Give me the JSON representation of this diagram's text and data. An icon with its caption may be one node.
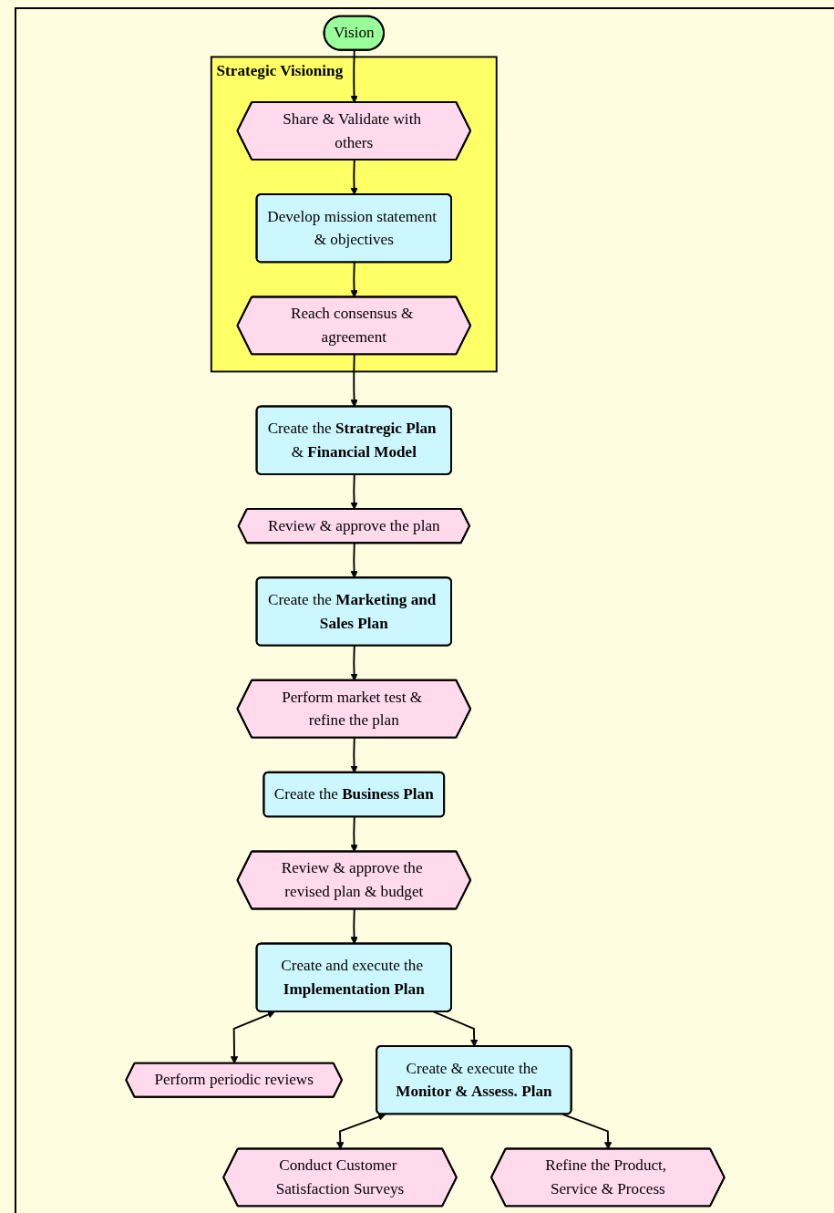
{
  "diagram": {
    "nodes": [
      {
        "text": [
          "Vision"
        ]
      },
      {
        "text": [
          "Strategic Visioning"
        ]
      },
      {
        "text": [
          "Share & Validate with others"
        ],
        "in": 1
      },
      {
        "text": [
          "Develop mission statement & objectives"
        ],
        "in": 1
      },
      {
        "text": [
          "Reach consensus & agreement"
        ],
        "in": 1
      },
      {
        "text": [
          "Create the **Stratregic Plan** & **Financial Model**"
        ]
      },
      {
        "text": [
          "Review & approve the plan"
        ]
      },
      {
        "text": [
          "Create the **Marketing and Sales Plan**"
        ]
      },
      {
        "text": [
          "Perform market test & refine the plan"
        ]
      },
      {
        "text": [
          "Create the **Business Plan**"
        ]
      },
      {
        "text": [
          "Review & approve the revised plan & budget"
        ]
      },
      {
        "text": [
          "Create and execute the **Implementation Plan**"
        ]
      },
      {
        "text": [
          "Perform periodic reviews"
        ]
      },
      {
        "text": [
          "Create & execute the **Monitor & Assess. Plan**"
        ]
      },
      {
        "text": [
          "Conduct Customer Satisfaction Surveys"
        ]
      },
      {
        "text": [
          "Refine the Product, Service & Process"
        ]
      }
    ],
    "edges": [
      {
        "from": 0,
        "to": 2,
        "arrow": "to"
      },
      {
        "from": 2,
        "to": 3,
        "arrow": "to"
      },
      {
        "from": 3,
        "to": 4,
        "arrow": "to"
      },
      {
        "from": 4,
        "to": 5,
        "arrow": "to"
      },
      {
        "from": 5,
        "to": 6,
        "arrow": "to"
      },
      {
        "from": 6,
        "to": 7,
        "arrow": "to"
      },
      {
        "from": 7,
        "to": 8,
        "arrow": "to"
      },
      {
        "from": 8,
        "to": 9,
        "arrow": "to"
      },
      {
        "from": 9,
        "to": 10,
        "arrow": "to"
      },
      {
        "from": 10,
        "to": 11,
        "arrow": "to"
      },
      {
        "from": 11,
        "to": 12,
        "arrow": "both"
      },
      {
        "from": 11,
        "to": 13,
        "arrow": "to"
      },
      {
        "from": 13,
        "to": 14,
        "arrow": "both"
      },
      {
        "from": 13,
        "to": 15,
        "arrow": "to"
      }
    ]
  }
}
